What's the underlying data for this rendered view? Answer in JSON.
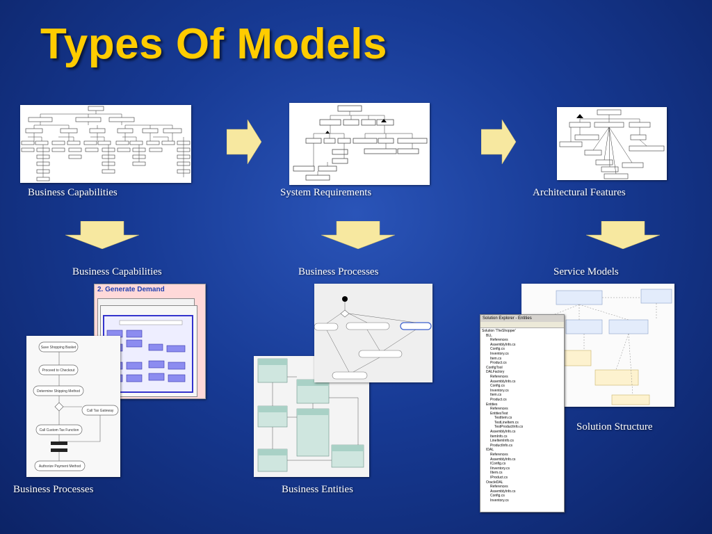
{
  "slide": {
    "title": "Types Of Models"
  },
  "top_row": {
    "captions": [
      "Business Capabilities",
      "System Requirements",
      "Architectural Features"
    ]
  },
  "second_row": {
    "captions": [
      "Business Capabilities",
      "Business Processes",
      "Service Models"
    ]
  },
  "bottom": {
    "left_caption": "Business Processes",
    "center_caption": "Business Entities",
    "right_caption": "Solution Structure"
  },
  "generate_demand": {
    "header": "2. Generate Demand"
  },
  "process_steps": [
    "Save Shopping Basket",
    "Proceed to Checkout",
    "Determine Shipping Method",
    "Call Tax Gateway",
    "Call Custom Tax Function",
    "Authorize Payment Method"
  ],
  "solution_explorer": {
    "title": "Solution Explorer - Entities",
    "items": [
      "Solution 'TheShopper'",
      "BLL",
      "References",
      "AssemblyInfo.cs",
      "Config.cs",
      "Inventory.cs",
      "Item.cs",
      "Product.cs",
      "ConfigTool",
      "DALFactory",
      "References",
      "AssemblyInfo.cs",
      "Config.cs",
      "Inventory.cs",
      "Item.cs",
      "Product.cs",
      "Entities",
      "References",
      "EntitiesTest",
      "TestItem.cs",
      "TestLineItem.cs",
      "TestProductInfo.cs",
      "AssemblyInfo.cs",
      "ItemInfo.cs",
      "LineItemInfo.cs",
      "ProductInfo.cs",
      "IDAL",
      "References",
      "AssemblyInfo.cs",
      "IConfig.cs",
      "IInventory.cs",
      "IItem.cs",
      "IProduct.cs",
      "OracleDAL",
      "References",
      "AssemblyInfo.cs",
      "Config.cs",
      "Inventory.cs"
    ]
  },
  "colors": {
    "title": "#ffcc00",
    "arrow_fill": "#f7e8a0"
  }
}
